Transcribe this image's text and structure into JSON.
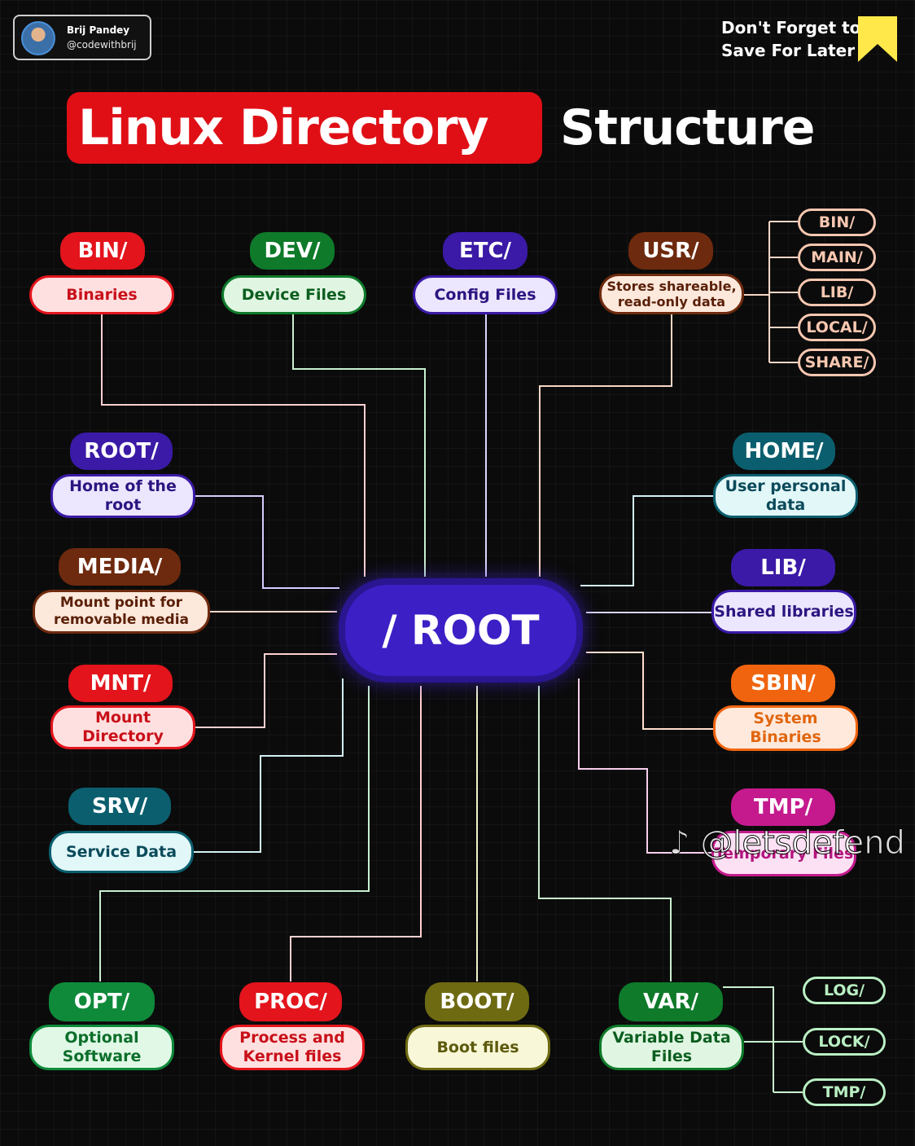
{
  "author": {
    "name": "Brij Pandey",
    "handle": "@codewithbrij"
  },
  "save_notice": {
    "line1": "Don't Forget to",
    "line2": "Save For Later"
  },
  "title": {
    "highlight": "Linux Directory",
    "rest": "Structure"
  },
  "root": {
    "label": "/ ROOT"
  },
  "colors": {
    "title_red": "#e00f16",
    "root_purple": "#3d1fc6",
    "bookmark_yellow": "#ffe94a"
  },
  "nodes": {
    "bin": {
      "head": "BIN/",
      "desc": "Binaries",
      "color": "#e3141c",
      "light": "#ffe0e0",
      "text": "#c8101a"
    },
    "dev": {
      "head": "DEV/",
      "desc": "Device Files",
      "color": "#0e7a2a",
      "light": "#e0f6e2",
      "text": "#0b5e1f"
    },
    "etc": {
      "head": "ETC/",
      "desc": "Config Files",
      "color": "#3a1aa6",
      "light": "#ece6ff",
      "text": "#2c1580"
    },
    "usr": {
      "head": "USR/",
      "desc": "Stores shareable, read-only data",
      "color": "#6e2a0e",
      "light": "#fde8dc",
      "text": "#5a2008"
    },
    "root": {
      "head": "ROOT/",
      "desc": "Home of the root",
      "color": "#3a1aa6",
      "light": "#ece6ff",
      "text": "#2c1580"
    },
    "media": {
      "head": "MEDIA/",
      "desc": "Mount point for removable media",
      "color": "#6e2a0e",
      "light": "#fde8dc",
      "text": "#5a2008"
    },
    "mnt": {
      "head": "MNT/",
      "desc": "Mount Directory",
      "color": "#e3141c",
      "light": "#ffe0e0",
      "text": "#c8101a"
    },
    "srv": {
      "head": "SRV/",
      "desc": "Service Data",
      "color": "#0b5e6e",
      "light": "#e2f7f8",
      "text": "#0b4a5a"
    },
    "home": {
      "head": "HOME/",
      "desc": "User personal data",
      "color": "#0b5e6e",
      "light": "#e2f7f8",
      "text": "#0b4a5a"
    },
    "lib": {
      "head": "LIB/",
      "desc": "Shared libraries",
      "color": "#3a1aa6",
      "light": "#ece6ff",
      "text": "#2c1580"
    },
    "sbin": {
      "head": "SBIN/",
      "desc": "System Binaries",
      "color": "#f0640f",
      "light": "#ffe9dc",
      "text": "#e0660f"
    },
    "tmp": {
      "head": "TMP/",
      "desc": "Temporary Files",
      "color": "#c41a8e",
      "light": "#fbe1f3",
      "text": "#b3167f"
    },
    "opt": {
      "head": "OPT/",
      "desc": "Optional Software",
      "color": "#0e8a3a",
      "light": "#e1f8e6",
      "text": "#0b6e2a"
    },
    "proc": {
      "head": "PROC/",
      "desc": "Process and Kernel files",
      "color": "#e3141c",
      "light": "#ffe0e0",
      "text": "#c8101a"
    },
    "boot": {
      "head": "BOOT/",
      "desc": "Boot files",
      "color": "#6e6a12",
      "light": "#f8f7d8",
      "text": "#5e5a0e"
    },
    "var": {
      "head": "VAR/",
      "desc": "Variable Data Files",
      "color": "#0e7a2a",
      "light": "#e0f6e2",
      "text": "#0b5e1f"
    }
  },
  "usr_children": [
    "BIN/",
    "MAIN/",
    "LIB/",
    "LOCAL/",
    "SHARE/"
  ],
  "var_children": [
    "LOG/",
    "LOCK/",
    "TMP/"
  ],
  "watermark": "@letsdefend"
}
